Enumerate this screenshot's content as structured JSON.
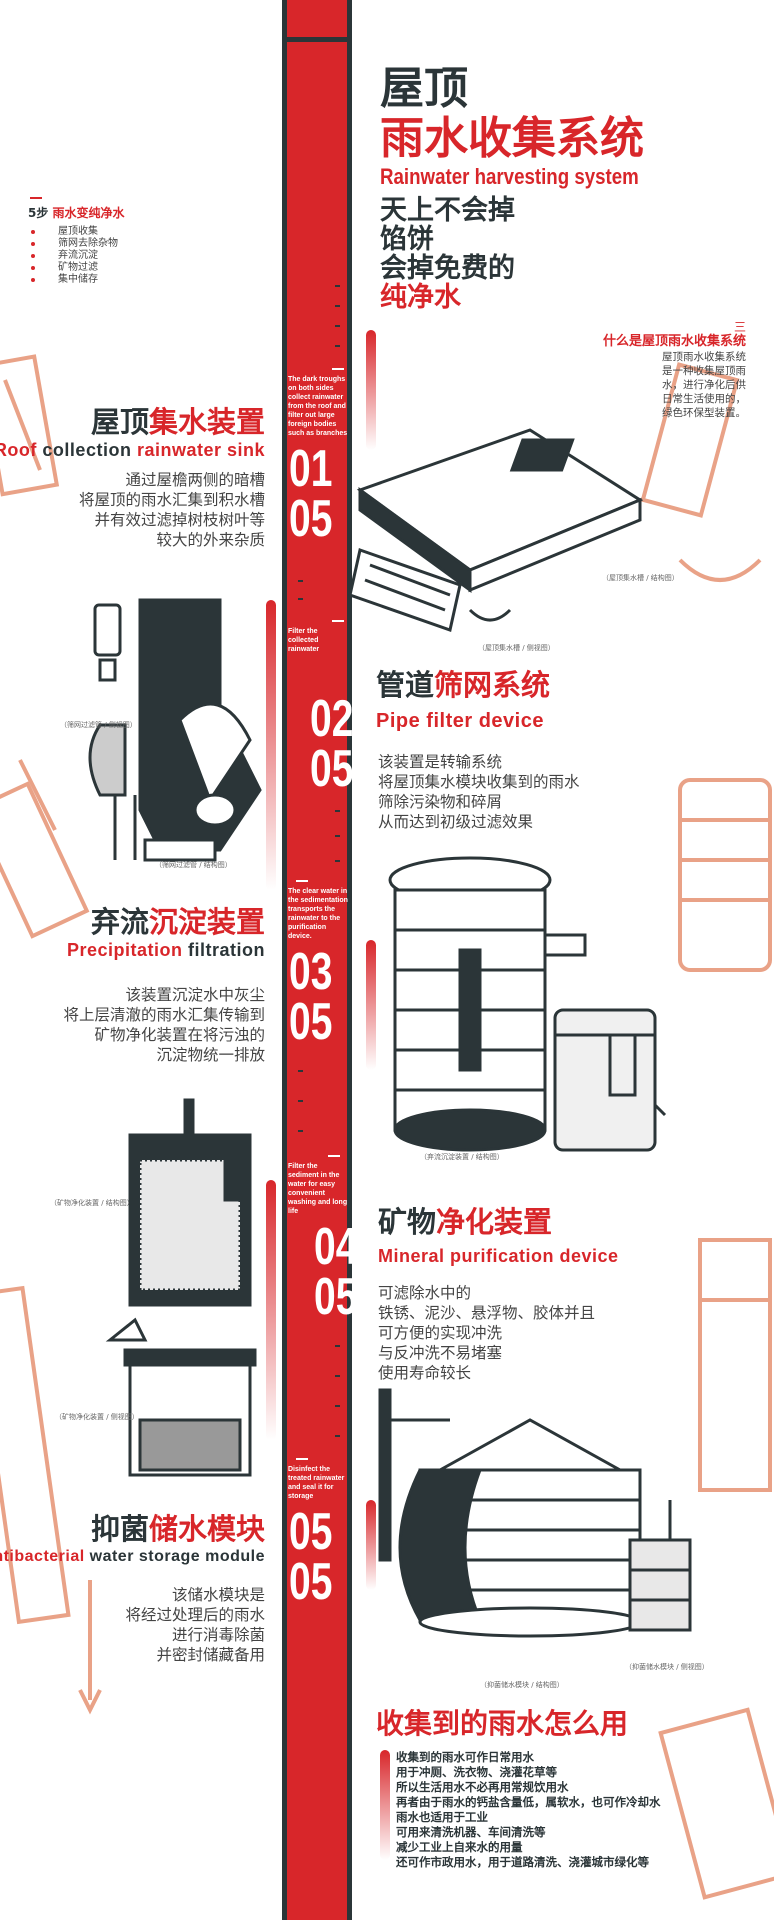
{
  "header": {
    "title_line1": "屋顶",
    "title_line2": "雨水收集系统",
    "title_en": "Rainwater harvesting system",
    "slogan": [
      "天上不会掉",
      "馅饼",
      "会掉免费的",
      "纯净水"
    ]
  },
  "steps": {
    "count_label": "5步",
    "title": "雨水变纯净水",
    "items": [
      "屋顶收集",
      "筛网去除杂物",
      "弃流沉淀",
      "矿物过滤",
      "集中储存"
    ]
  },
  "what": {
    "mark": "三",
    "title": "什么是屋顶雨水收集系统",
    "text": "屋顶雨水收集系统是一种收集屋顶雨水，进行净化后供日常生活使用的，绿色环保型装置。"
  },
  "sections": [
    {
      "number": "01",
      "total": "05",
      "title_a": "屋顶",
      "title_b": "集水装置",
      "en_a": "Roof ",
      "en_b": "collection",
      "en_c": " rainwater sink",
      "desc": [
        "通过屋檐两侧的暗槽",
        "将屋顶的雨水汇集到积水槽",
        "并有效过滤掉树枝树叶等",
        "较大的外来杂质"
      ],
      "en_small": "The dark troughs on both sides collect rainwater from the roof and filter out large foreign bodies such as branches",
      "captions": [
        "（屋顶集水槽 / 结构图）",
        "（屋顶集水槽 / 侧视图）"
      ]
    },
    {
      "number": "02",
      "total": "05",
      "title_a": "管道",
      "title_b": "筛网系统",
      "en_a": "Pipe ",
      "en_b": "filter device",
      "en_c": "",
      "desc": [
        "该装置是转输系统",
        "将屋顶集水模块收集到的雨水",
        "筛除污染物和碎屑",
        "从而达到初级过滤效果"
      ],
      "en_small": "Filter the collected rainwater",
      "captions": [
        "（筛网过滤管 / 侧视图）",
        "（筛网过滤管 / 结构图）"
      ]
    },
    {
      "number": "03",
      "total": "05",
      "title_a": "弃流",
      "title_b": "沉淀装置",
      "en_a": "Precipitation ",
      "en_b": "filtration",
      "en_c": "",
      "desc": [
        "该装置沉淀水中灰尘",
        "将上层清澈的雨水汇集传输到",
        "矿物净化装置在将污浊的",
        "沉淀物统一排放"
      ],
      "en_small": "The clear water in the sedimentation transports the rainwater to the purification device.",
      "captions": [
        "（弃流沉淀装置 / 结构图）"
      ]
    },
    {
      "number": "04",
      "total": "05",
      "title_a": "矿物",
      "title_b": "净化装置",
      "en_a": "Mineral ",
      "en_b": "purification",
      "en_c": " device",
      "desc": [
        "可滤除水中的",
        "铁锈、泥沙、悬浮物、胶体并且",
        "可方便的实现冲洗",
        "与反冲洗不易堵塞",
        "使用寿命较长"
      ],
      "en_small": "Filter the sediment in the water for easy convenient washing and long life",
      "captions": [
        "（矿物净化装置 / 结构图）",
        "（矿物净化装置 / 侧视图）"
      ]
    },
    {
      "number": "05",
      "total": "05",
      "title_a": "抑菌",
      "title_b": "储水模块",
      "en_a": "Antibacterial ",
      "en_b": "water storage module",
      "en_c": "",
      "desc": [
        "该储水模块是",
        "将经过处理后的雨水",
        "进行消毒除菌",
        "并密封储藏备用"
      ],
      "en_small": "Disinfect the treated rainwater and seal it for storage",
      "captions": [
        "（抑菌储水模块 / 结构图）",
        "（抑菌储水模块 / 侧视图）"
      ]
    }
  ],
  "uses": {
    "title": "收集到的雨水怎么用",
    "items": [
      "收集到的雨水可作日常用水",
      "用于冲厕、洗衣物、浇灌花草等",
      "所以生活用水不必再用常规饮用水",
      "再者由于雨水的钙盐含量低，属软水，也可作冷却水",
      "雨水也适用于工业",
      "可用来清洗机器、车间清洗等",
      "减少工业上自来水的用量",
      "还可作市政用水，用于道路清洗、浇灌城市绿化等"
    ]
  },
  "colors": {
    "accent": "#d8262a",
    "dark": "#2b3538",
    "decor": "#e9a287"
  }
}
